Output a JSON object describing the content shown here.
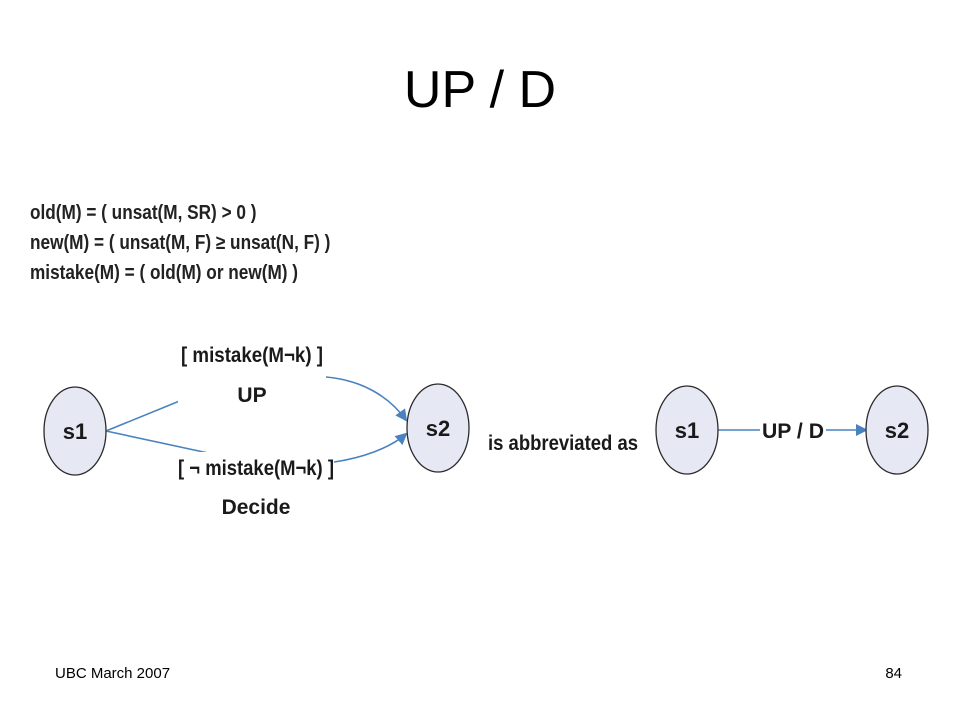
{
  "title": "UP / D",
  "definitions": [
    "old(M) = ( unsat(M, SR) > 0 )",
    "new(M) =  ( unsat(M, F) ≥ unsat(N, F) )",
    "mistake(M) = ( old(M) or new(M) )"
  ],
  "left_diagram": {
    "node_from": "s1",
    "node_to": "s2",
    "upper_edge": {
      "guard": "[ mistake(M¬k) ]",
      "action": "UP"
    },
    "lower_edge": {
      "guard": "[ ¬ mistake(M¬k) ]",
      "action": "Decide"
    }
  },
  "connector_text": "is abbreviated as",
  "right_diagram": {
    "node_from": "s1",
    "node_to": "s2",
    "edge_label": "UP / D"
  },
  "colors": {
    "node_fill": "#e6e8f4",
    "edge": "#4a82c0"
  },
  "footer": {
    "left": "UBC March 2007",
    "right": "84"
  }
}
